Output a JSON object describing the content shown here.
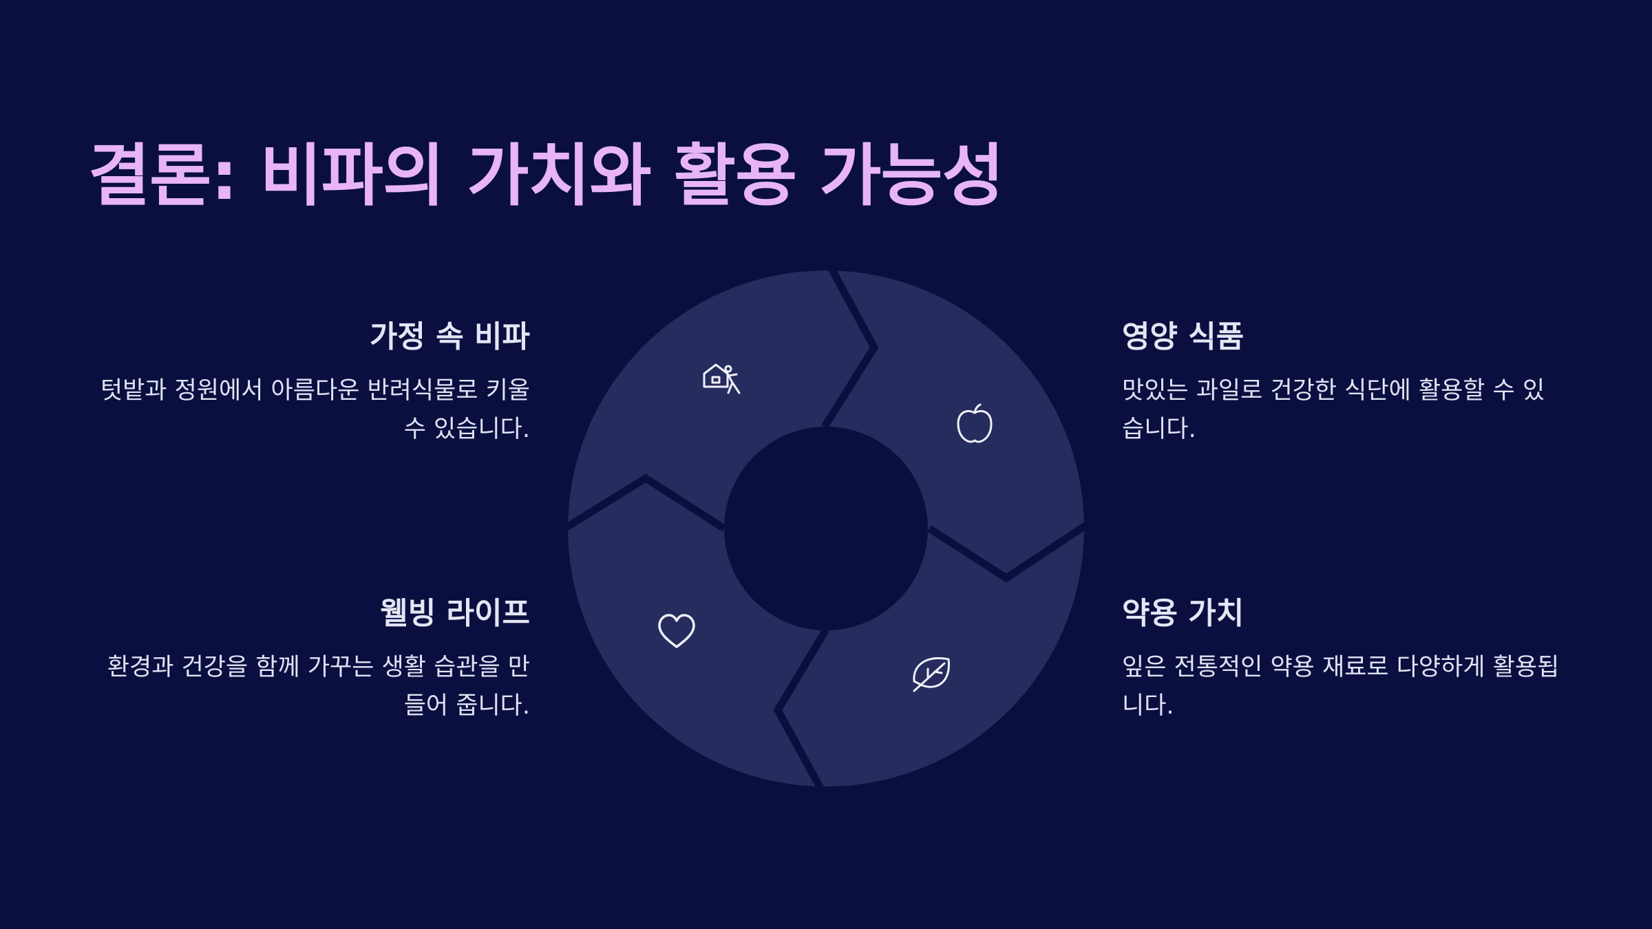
{
  "title": "결론: 비파의 가치와 활용 가능성",
  "colors": {
    "background": "#0a0f40",
    "title": "#e8b4f8",
    "segment": "#272c5e",
    "text": "#e4e6f4",
    "icon": "#f0f0f8"
  },
  "items": [
    {
      "heading": "가정 속 비파",
      "description": "텃밭과 정원에서 아름다운 반려식물로 키울 수 있습니다.",
      "icon": "home-gardening-icon"
    },
    {
      "heading": "영양 식품",
      "description": "맛있는 과일로 건강한 식단에 활용할 수 있습니다.",
      "icon": "apple-icon"
    },
    {
      "heading": "약용 가치",
      "description": "잎은 전통적인 약용 재료로 다양하게 활용됩니다.",
      "icon": "leaf-icon"
    },
    {
      "heading": "웰빙 라이프",
      "description": "환경과 건강을 함께 가꾸는 생활 습관을 만들어 줍니다.",
      "icon": "heart-icon"
    }
  ]
}
